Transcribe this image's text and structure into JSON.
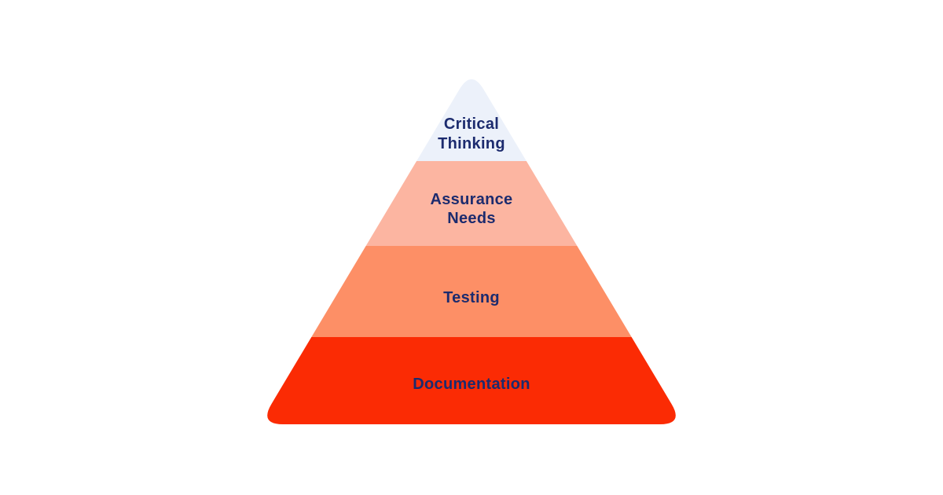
{
  "page": {
    "background": "#FFFFFF"
  },
  "pyramid": {
    "text_color": "#1C2B6E",
    "levels": [
      {
        "id": "critical-thinking",
        "line1": "Critical",
        "line2": "Thinking",
        "color": "#ECF1FA"
      },
      {
        "id": "assurance-needs",
        "line1": "Assurance",
        "line2": "Needs",
        "color": "#FCB5A1"
      },
      {
        "id": "testing",
        "line1": "Testing",
        "color": "#FD8F66"
      },
      {
        "id": "documentation",
        "line1": "Documentation",
        "color": "#FB2B04"
      }
    ]
  }
}
